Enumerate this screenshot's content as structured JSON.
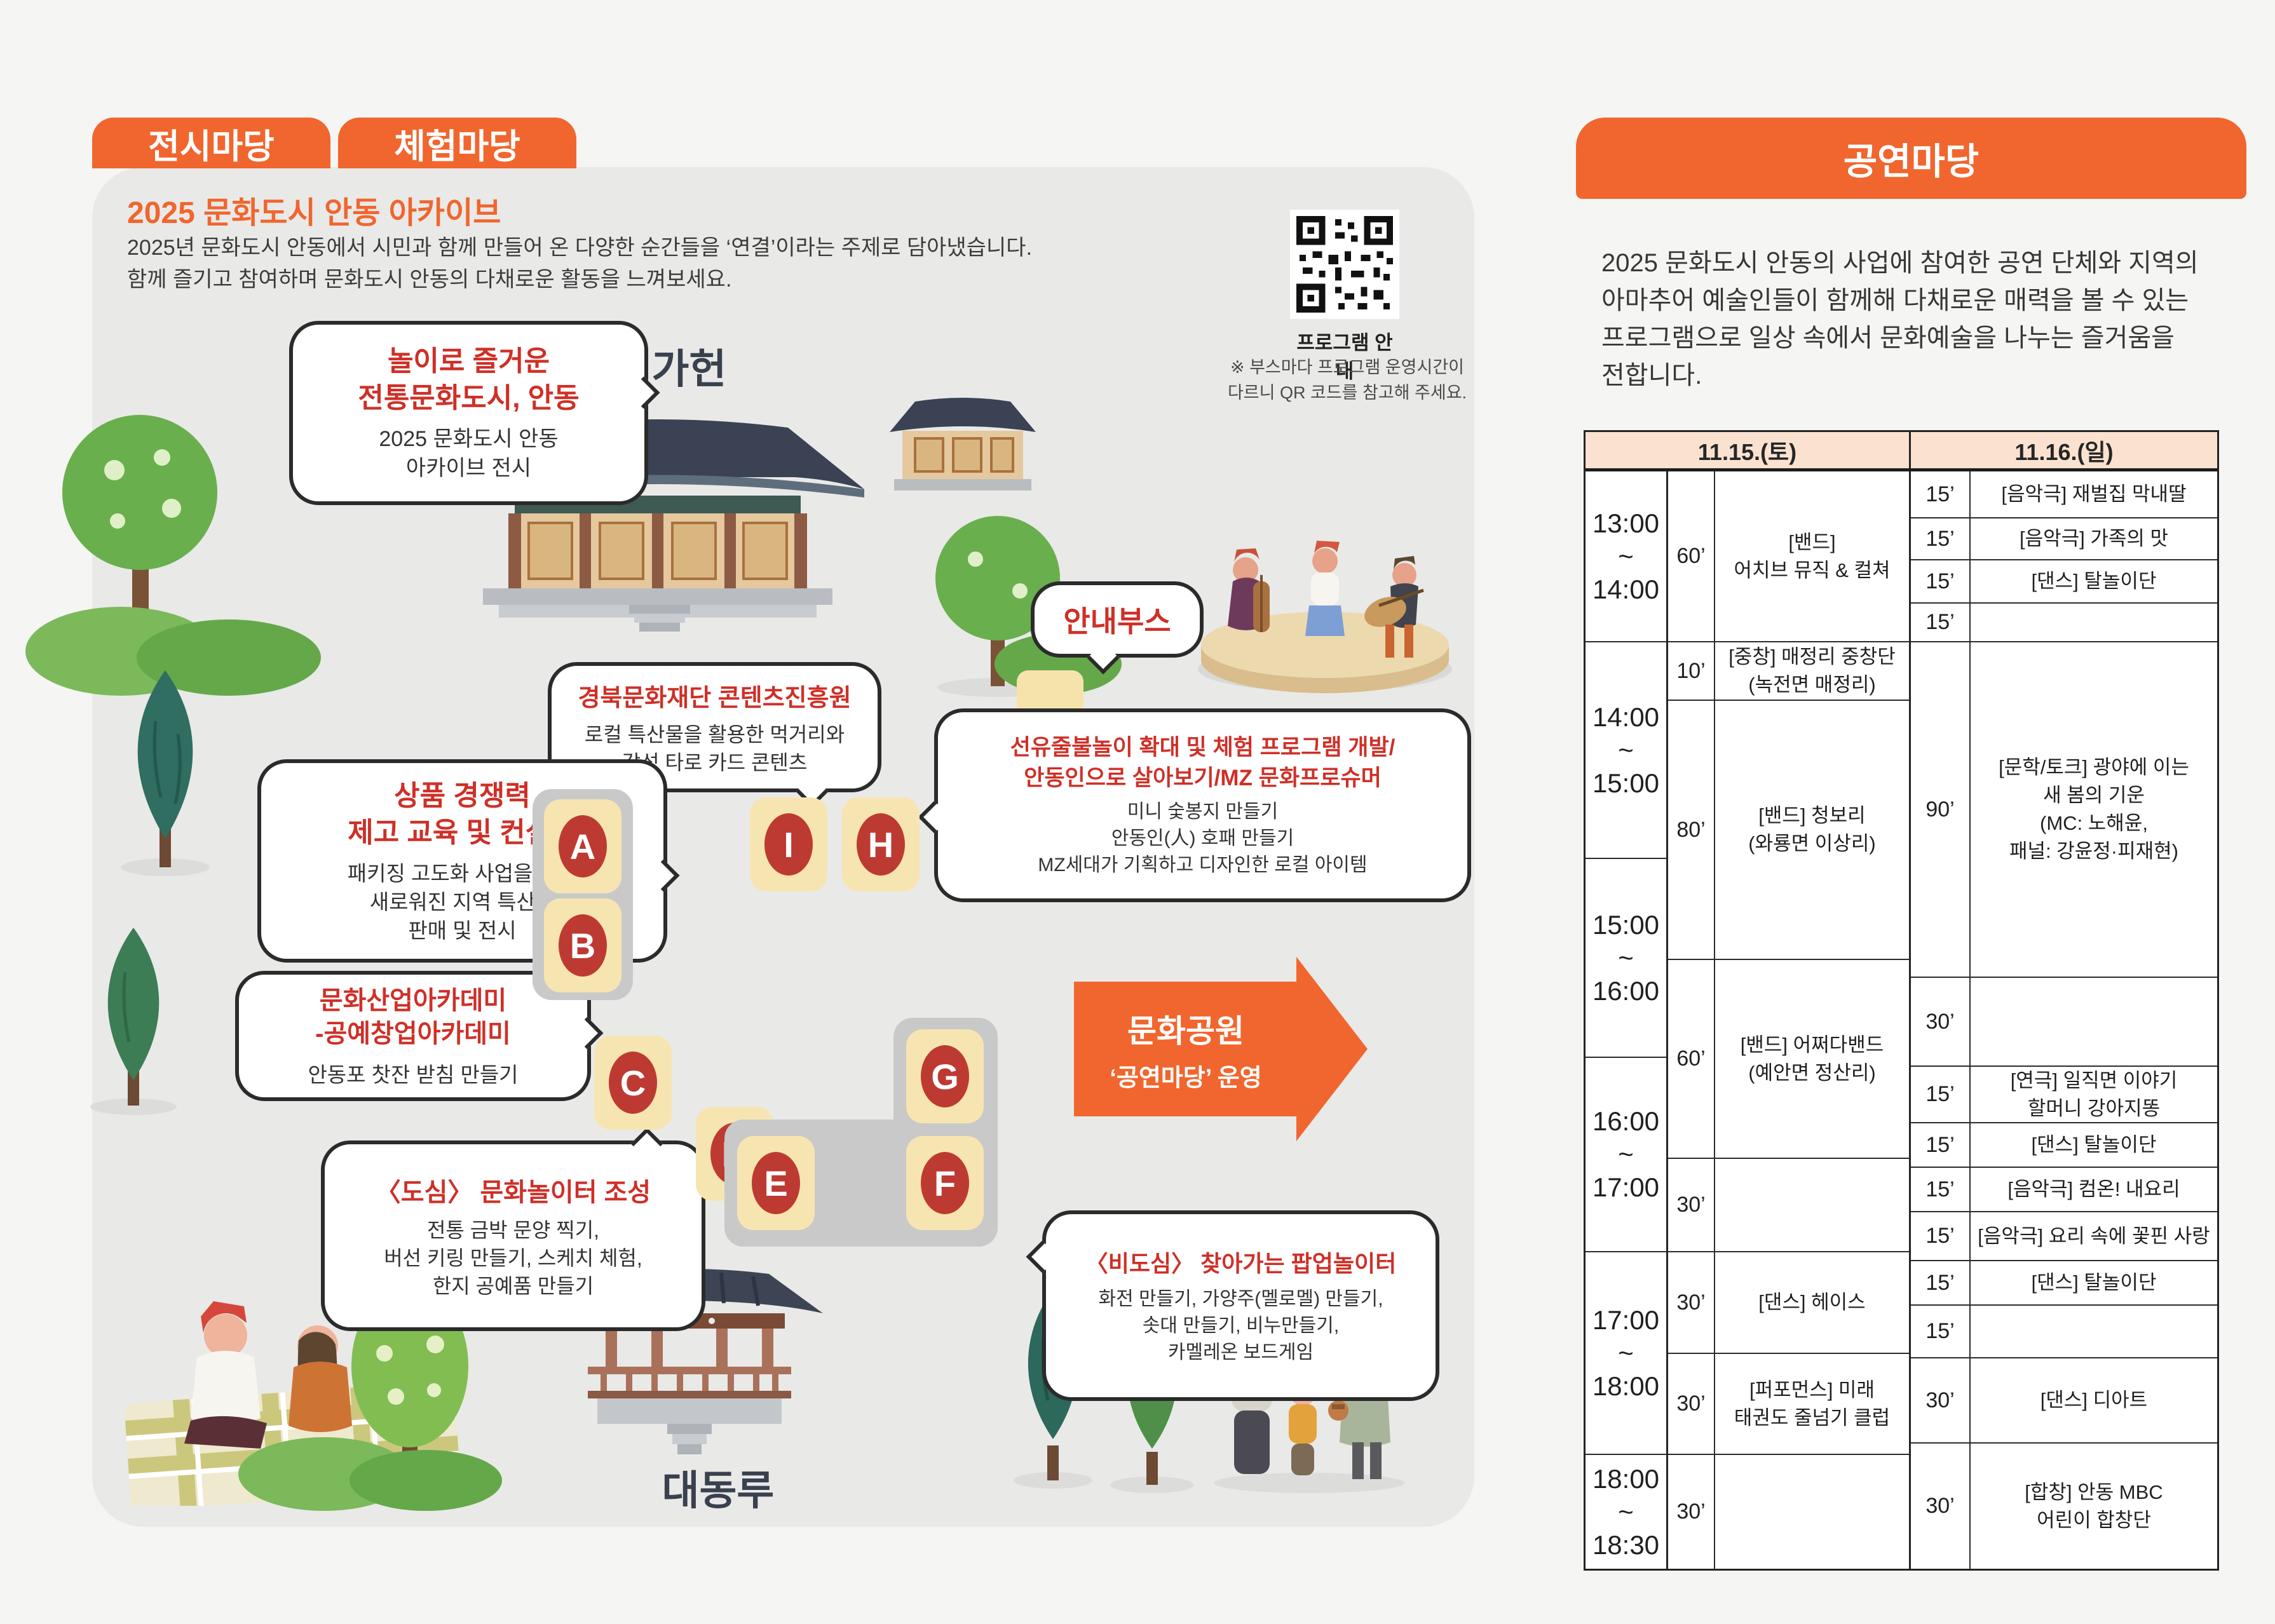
{
  "colors": {
    "orange": "#f0662e",
    "red_text": "#cf2f27",
    "booth_red": "#bd3a32",
    "booth_tan": "#f7e5b1",
    "table_header_bg": "#fbe2d0",
    "map_bg": "#e9e9e8",
    "label_navy": "#39404e"
  },
  "left": {
    "tabs": [
      {
        "label": "전시마당"
      },
      {
        "label": "체험마당"
      }
    ],
    "archive": {
      "title": "2025 문화도시 안동 아카이브",
      "desc": "2025년 문화도시 안동에서 시민과 함께 만들어 온 다양한 순간들을 ‘연결’이라는 주제로 담아냈습니다.\n함께 즐기고 참여하며 문화도시 안동의 다채로운 활동을 느껴보세요."
    },
    "qr": {
      "caption": "프로그램 안내",
      "note": "※ 부스마다 프로그램 운영시간이\n다르니 QR 코드를 참고해 주세요."
    },
    "buildings": {
      "top": "영가헌",
      "bottom": "대동루"
    },
    "info_booth": "안내부스",
    "arrow": {
      "line1": "문화공원",
      "line2": "‘공연마당’ 운영"
    },
    "booths": [
      "A",
      "B",
      "C",
      "D",
      "E",
      "F",
      "G",
      "H",
      "I"
    ],
    "callouts": [
      {
        "title": "놀이로 즐거운\n전통문화도시, 안동",
        "body": "2025 문화도시 안동\n아카이브 전시"
      },
      {
        "title": "경북문화재단 콘텐츠진흥원",
        "body": "로컬 특산물을 활용한 먹거리와\n감성 타로 카드 콘텐츠"
      },
      {
        "title": "상품 경쟁력\n제고 교육 및 컨설팅",
        "body": "패키징 고도화 사업을 통해\n새로워진 지역 특산품\n판매 및 전시"
      },
      {
        "title": "문화산업아카데미\n-공예창업아카데미",
        "body": "안동포 찻잔 받침 만들기"
      },
      {
        "title": "〈도심〉 문화놀이터 조성",
        "body": "전통 금박 문양 찍기,\n버선 키링 만들기, 스케치 체험,\n한지 공예품 만들기"
      },
      {
        "title": "선유줄불놀이 확대 및 체험 프로그램 개발/\n안동인으로 살아보기/MZ 문화프로슈머",
        "body": "미니 숯봉지 만들기\n안동인(人) 호패 만들기\nMZ세대가 기획하고 디자인한 로컬 아이템"
      },
      {
        "title": "〈비도심〉 찾아가는 팝업놀이터",
        "body": "화전 만들기, 가양주(멜로멜) 만들기,\n솟대 만들기, 비누만들기,\n카멜레온 보드게임"
      }
    ]
  },
  "right": {
    "header": "공연마당",
    "desc": "2025 문화도시 안동의 사업에 참여한 공연 단체와 지역의\n아마추어 예술인들이 함께해 다채로운 매력을 볼 수 있는\n프로그램으로 일상 속에서 문화예술을 나누는 즐거움을\n전합니다.",
    "schedule": {
      "days": [
        "11.15.(토)",
        "11.16.(일)"
      ],
      "times": [
        {
          "label": "13:00\n~\n14:00"
        },
        {
          "label": "14:00\n~\n15:00"
        },
        {
          "label": "15:00\n~\n16:00"
        },
        {
          "label": "16:00\n~\n17:00"
        },
        {
          "label": "17:00\n~\n18:00"
        },
        {
          "label": "18:00\n~\n18:30"
        }
      ],
      "saturday": [
        {
          "dur": "60’",
          "event": "[밴드]\n어치브 뮤직 & 컬쳐"
        },
        {
          "dur": "10’",
          "event": "[중창] 매정리 중창단\n(녹전면 매정리)"
        },
        {
          "dur": "80’",
          "event": "[밴드] 청보리\n(와룡면 이상리)"
        },
        {
          "dur": "60’",
          "event": "[밴드] 어쩌다밴드\n(예안면 정산리)"
        },
        {
          "dur": "30’",
          "event": ""
        },
        {
          "dur": "30’",
          "event": "[댄스] 헤이스"
        },
        {
          "dur": "30’",
          "event": "[퍼포먼스] 미래\n태권도 줄넘기 클럽"
        },
        {
          "dur": "30’",
          "event": ""
        }
      ],
      "sunday": [
        {
          "dur": "15’",
          "event": "[음악극] 재벌집 막내딸"
        },
        {
          "dur": "15’",
          "event": "[음악극] 가족의 맛"
        },
        {
          "dur": "15’",
          "event": "[댄스] 탈놀이단"
        },
        {
          "dur": "15’",
          "event": ""
        },
        {
          "dur": "90’",
          "event": "[문학/토크] 광야에 이는\n새 봄의 기운\n(MC: 노해윤,\n패널: 강윤정·피재현)"
        },
        {
          "dur": "30’",
          "event": ""
        },
        {
          "dur": "15’",
          "event": "[연극] 일직면 이야기\n할머니 강아지똥"
        },
        {
          "dur": "15’",
          "event": "[댄스] 탈놀이단"
        },
        {
          "dur": "15’",
          "event": "[음악극] 컴온! 내요리"
        },
        {
          "dur": "15’",
          "event": "[음악극] 요리 속에 꽃핀 사랑"
        },
        {
          "dur": "15’",
          "event": "[댄스] 탈놀이단"
        },
        {
          "dur": "15’",
          "event": ""
        },
        {
          "dur": "30’",
          "event": "[댄스] 디아트"
        },
        {
          "dur": "30’",
          "event": "[합창] 안동 MBC\n어린이 합창단"
        }
      ]
    }
  }
}
